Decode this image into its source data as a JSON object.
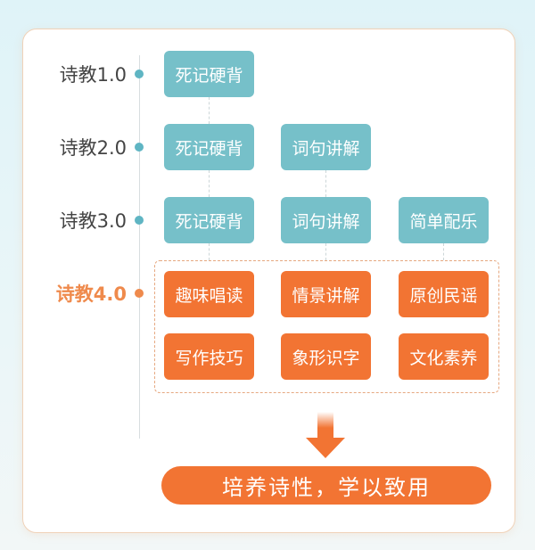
{
  "levels": [
    {
      "label": "诗教1.0",
      "items": [
        "死记硬背"
      ]
    },
    {
      "label": "诗教2.0",
      "items": [
        "死记硬背",
        "词句讲解"
      ]
    },
    {
      "label": "诗教3.0",
      "items": [
        "死记硬背",
        "词句讲解",
        "简单配乐"
      ]
    },
    {
      "label": "诗教4.0",
      "items": [
        "趣味唱读",
        "情景讲解",
        "原创民谣",
        "写作技巧",
        "象形识字",
        "文化素养"
      ]
    }
  ],
  "result": "培养诗性，学以致用",
  "colors": {
    "teal": "#76c0c9",
    "orange": "#f27433"
  }
}
